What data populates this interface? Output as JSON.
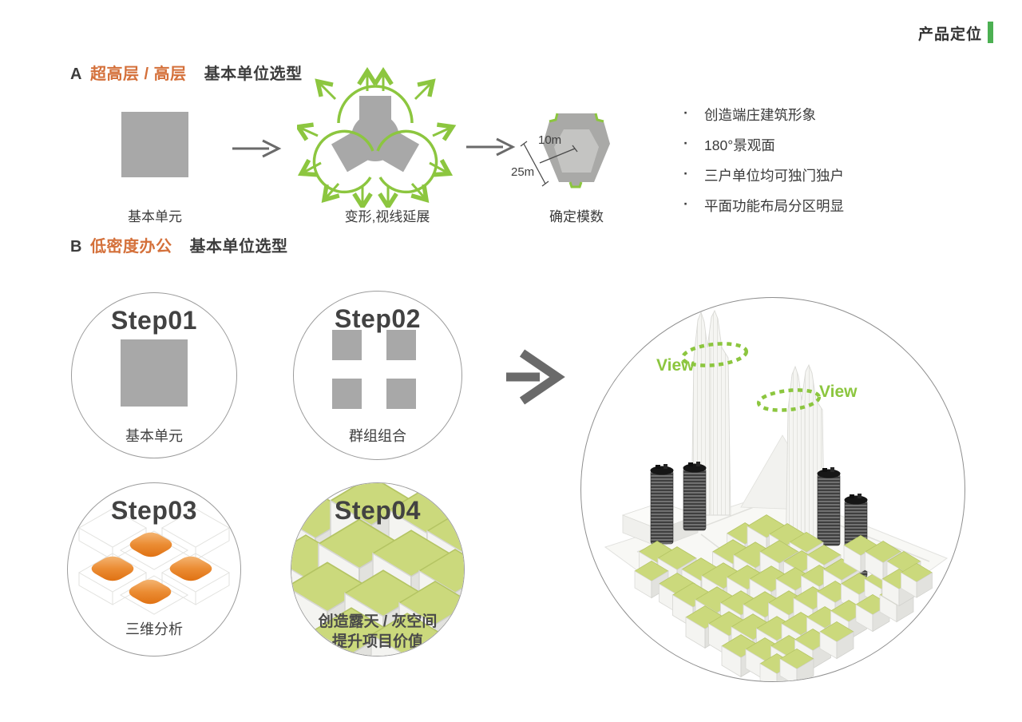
{
  "header": {
    "title": "产品定位"
  },
  "section_a": {
    "prefix": "A",
    "highlight": "超高层 / 高层",
    "suffix": "基本单位选型",
    "label_unit": "基本单元",
    "label_morph": "变形,视线延展",
    "label_module": "确定模数",
    "dim_inner": "10m",
    "dim_outer": "25m",
    "bullet_char": "·",
    "bullets": [
      "创造端庄建筑形象",
      "180°景观面",
      "三户单位均可独门独户",
      "平面功能布局分区明显"
    ]
  },
  "section_b": {
    "prefix": "B",
    "highlight": "低密度办公",
    "suffix": "基本单位选型",
    "steps": [
      {
        "name": "Step01",
        "caption": "基本单元"
      },
      {
        "name": "Step02",
        "caption": "群组组合"
      },
      {
        "name": "Step03",
        "caption": "三维分析"
      },
      {
        "name": "Step04",
        "caption": "创造露天 / 灰空间",
        "caption2": "提升项目价值"
      }
    ],
    "view_labels": [
      "View",
      "View"
    ]
  },
  "colors": {
    "accent_green": "#8cc63f",
    "bar_green": "#4cb052",
    "highlight_orange": "#d4703a",
    "unit_gray": "#a8a8a8",
    "roof_green": "#cbd97c",
    "text_dark": "#3c3c3c"
  }
}
